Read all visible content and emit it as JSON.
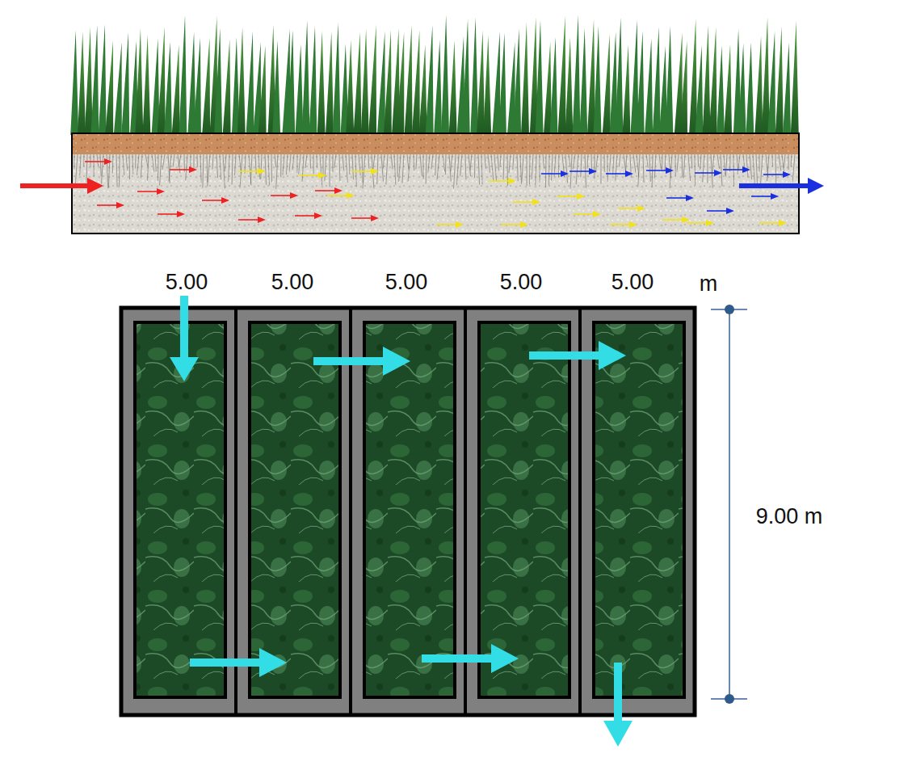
{
  "diagram": {
    "labels": [
      "5.00",
      "5.00",
      "5.00",
      "5.00",
      "5.00",
      "m",
      "9.00 m"
    ]
  }
}
